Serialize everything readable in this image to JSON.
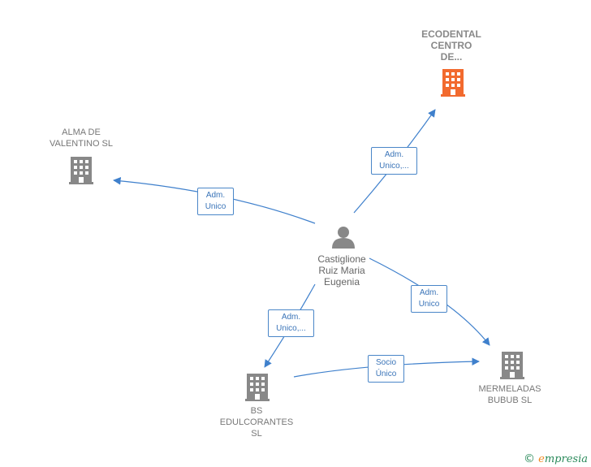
{
  "colors": {
    "edge": "#3f80cc",
    "company": "#888888",
    "company_highlight": "#f26a2e",
    "person": "#888888"
  },
  "nodes": {
    "person": {
      "label": "Castiglione\nRuiz Maria\nEugenia",
      "icon": "person-icon"
    },
    "ecodental": {
      "label": "ECODENTAL\nCENTRO\nDE...",
      "icon": "building-icon"
    },
    "alma": {
      "label": "ALMA DE\nVALENTINO  SL",
      "icon": "building-icon"
    },
    "bs": {
      "label": "BS\nEDULCORANTES\nSL",
      "icon": "building-icon"
    },
    "mermeladas": {
      "label": "MERMELADAS\nBUBUB SL",
      "icon": "building-icon"
    }
  },
  "edges": {
    "to_ecodental": {
      "label": "Adm.\nUnico,..."
    },
    "to_alma": {
      "label": "Adm.\nUnico"
    },
    "to_mermeladas": {
      "label": "Adm.\nUnico"
    },
    "to_bs": {
      "label": "Adm.\nUnico,..."
    },
    "bs_to_mermeladas": {
      "label": "Socio\nÚnico"
    }
  },
  "footer": {
    "copyright": "©",
    "brand_initial": "e",
    "brand_rest": "mpresia"
  }
}
